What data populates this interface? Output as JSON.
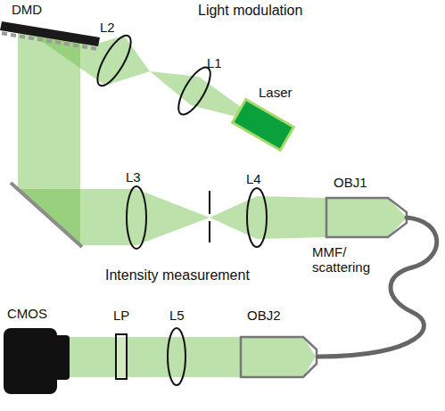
{
  "diagram": {
    "nodes": [
      {
        "text": [
          "Laser"
        ]
      },
      {
        "text": [
          "CMOS"
        ]
      }
    ],
    "labels": [
      "Light modulation",
      "DMD",
      "L2",
      "L1",
      "L3",
      "L4",
      "OBJ1",
      "MMF/ scattering",
      "Intensity measurement",
      "LP",
      "L5",
      "OBJ2"
    ]
  }
}
